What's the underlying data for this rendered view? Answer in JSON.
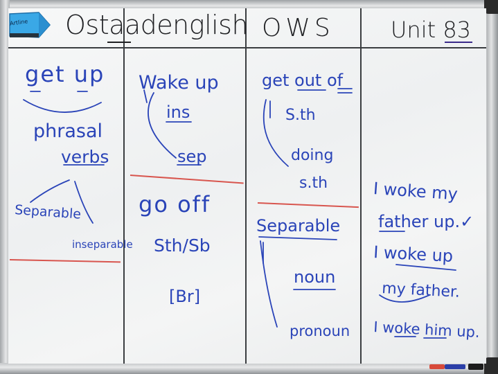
{
  "header": {
    "brand": "Ostaadenglish",
    "course": "OWS",
    "unit": "Unit 83"
  },
  "eraser_label": "Artline",
  "column1": {
    "phrase": "get up",
    "term_line1": "phrasal",
    "term_line2": "verbs",
    "branch_left": "Separable",
    "branch_right": "inseparable"
  },
  "column2": {
    "phrase": "Wake up",
    "branch_ins": "ins",
    "branch_sep": "sep",
    "example": "go off",
    "example_obj": "Sth/Sb",
    "example_tag": "[Br]"
  },
  "column3": {
    "phrase": "get out of",
    "branch_sth": "S.th",
    "branch_doing_line1": "doing",
    "branch_doing_line2": "s.th",
    "term": "Separable",
    "obj_noun": "noun",
    "obj_pronoun": "pronoun"
  },
  "column4": {
    "ex1_line1": "I woke my",
    "ex1_line2": "father up.✓",
    "ex2_line1": "I woke up",
    "ex2_line2": "my father.",
    "ex3": "I woke him up."
  },
  "colors": {
    "ink_blue": "#2a44b8",
    "ink_black": "#202124",
    "ink_red": "#d8554e",
    "eraser_blue": "#3aa8e6"
  }
}
